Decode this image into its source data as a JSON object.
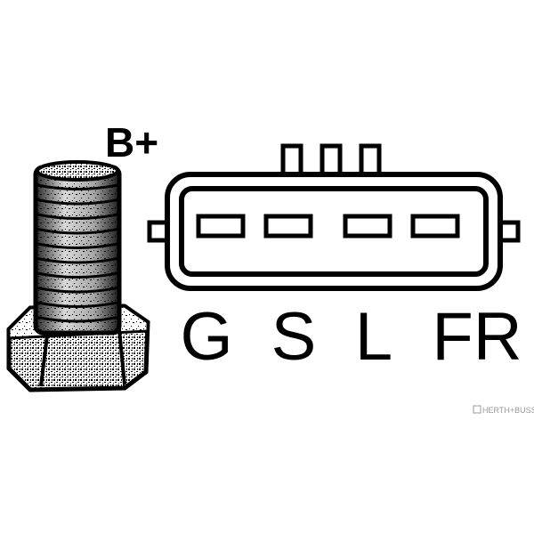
{
  "terminal": {
    "label": "B+"
  },
  "connector": {
    "pin_count": 4,
    "top_pin_count": 3,
    "pins": [
      {
        "label": "G"
      },
      {
        "label": "S"
      },
      {
        "label": "L"
      },
      {
        "label": "FR"
      }
    ]
  },
  "watermark": {
    "text": "HERTH+BUSS"
  },
  "colors": {
    "ink": "#000000",
    "background": "#ffffff",
    "watermark": "#9a9a9a"
  },
  "icons": {
    "terminal": "threaded-stud-icon",
    "connector": "plug-connector-icon",
    "watermark": "brand-logo-icon"
  }
}
